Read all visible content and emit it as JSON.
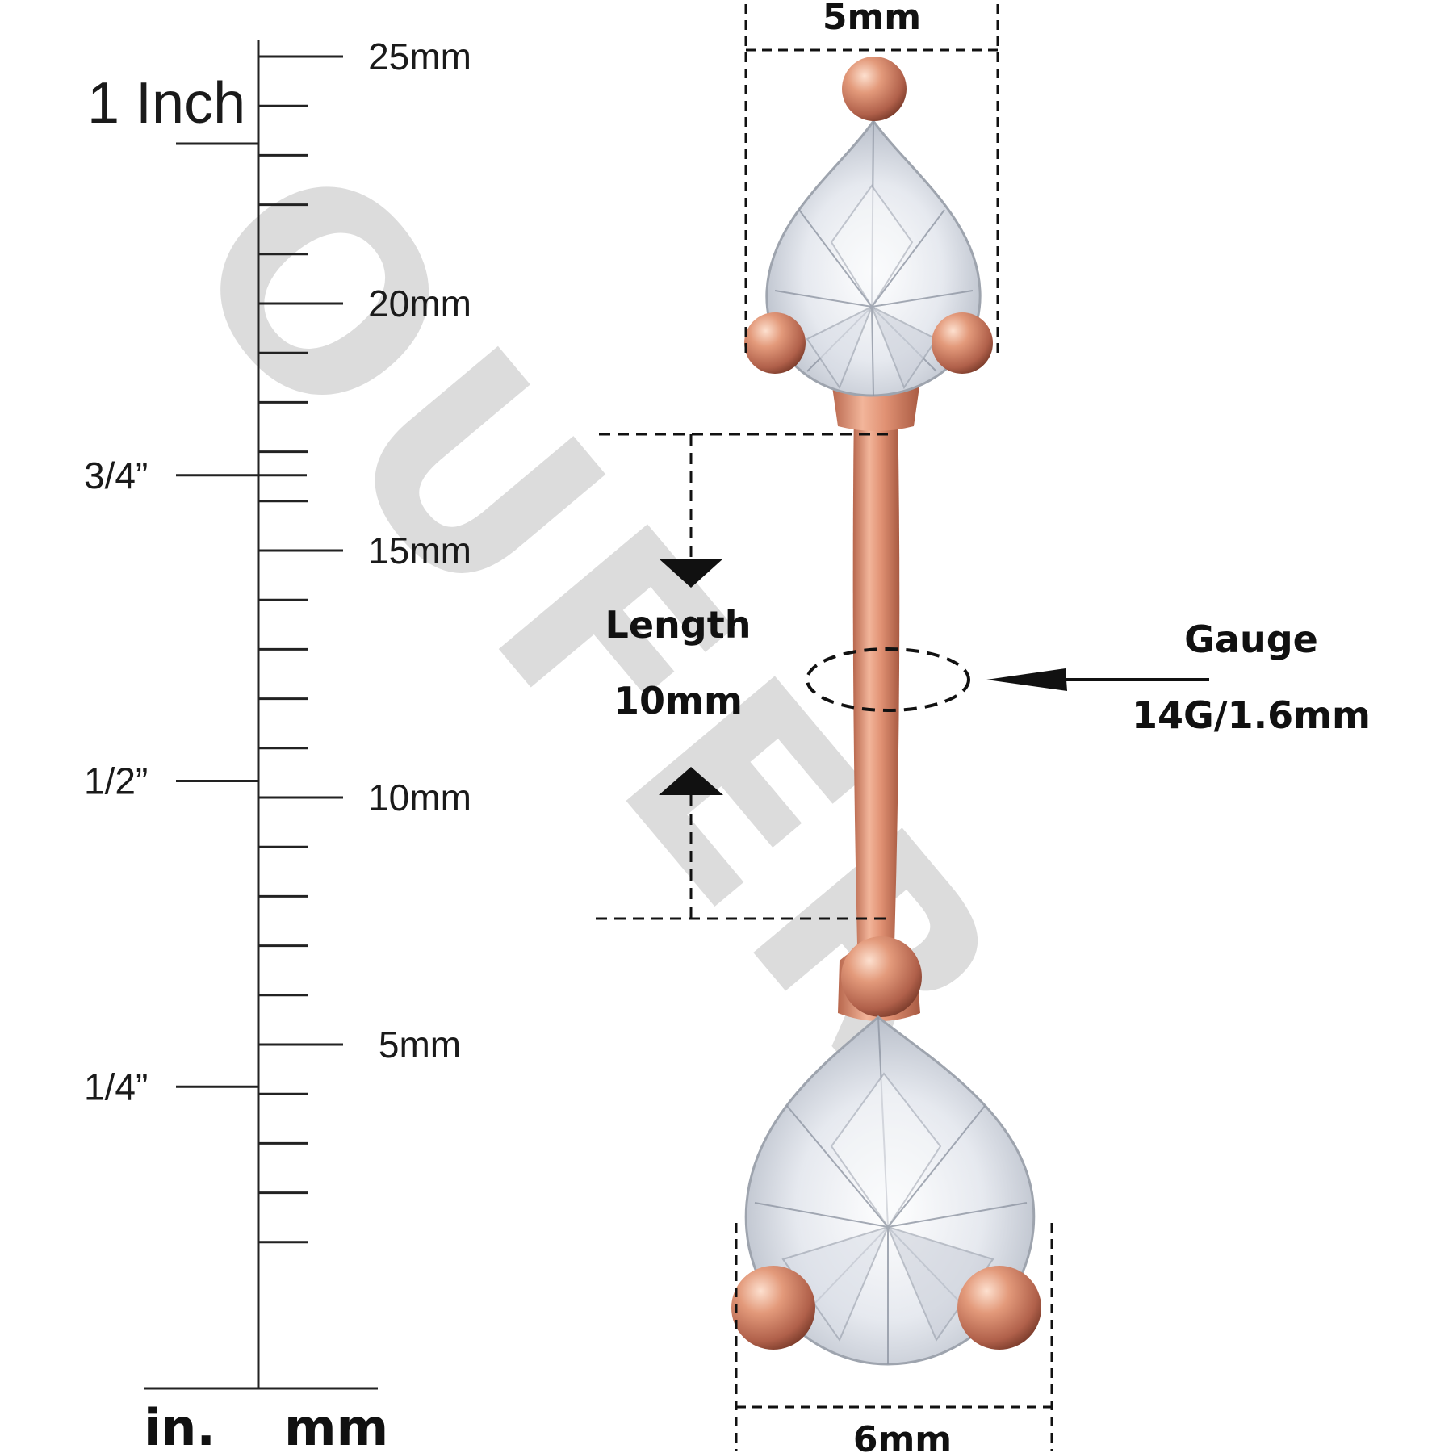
{
  "watermark": {
    "text": "OUFER",
    "color": "#d6d6d6"
  },
  "ruler": {
    "inch_heading": "1 Inch",
    "inch_marks": [
      {
        "label": "3/4”",
        "inches": 0.75
      },
      {
        "label": "1/2”",
        "inches": 0.5
      },
      {
        "label": "1/4”",
        "inches": 0.25
      }
    ],
    "mm_labels": [
      {
        "label": "25mm",
        "mm": 25
      },
      {
        "label": "20mm",
        "mm": 20
      },
      {
        "label": "15mm",
        "mm": 15
      },
      {
        "label": "10mm",
        "mm": 10
      },
      {
        "label": "5mm",
        "mm": 5
      }
    ],
    "unit_in": "in.",
    "unit_mm": "mm"
  },
  "product": {
    "metal_color": "#d98a6e",
    "top_gem_width": "5mm",
    "bottom_gem_width": "6mm",
    "length_title": "Length",
    "length_value": "10mm",
    "gauge_title": "Gauge",
    "gauge_value": "14G/1.6mm"
  }
}
